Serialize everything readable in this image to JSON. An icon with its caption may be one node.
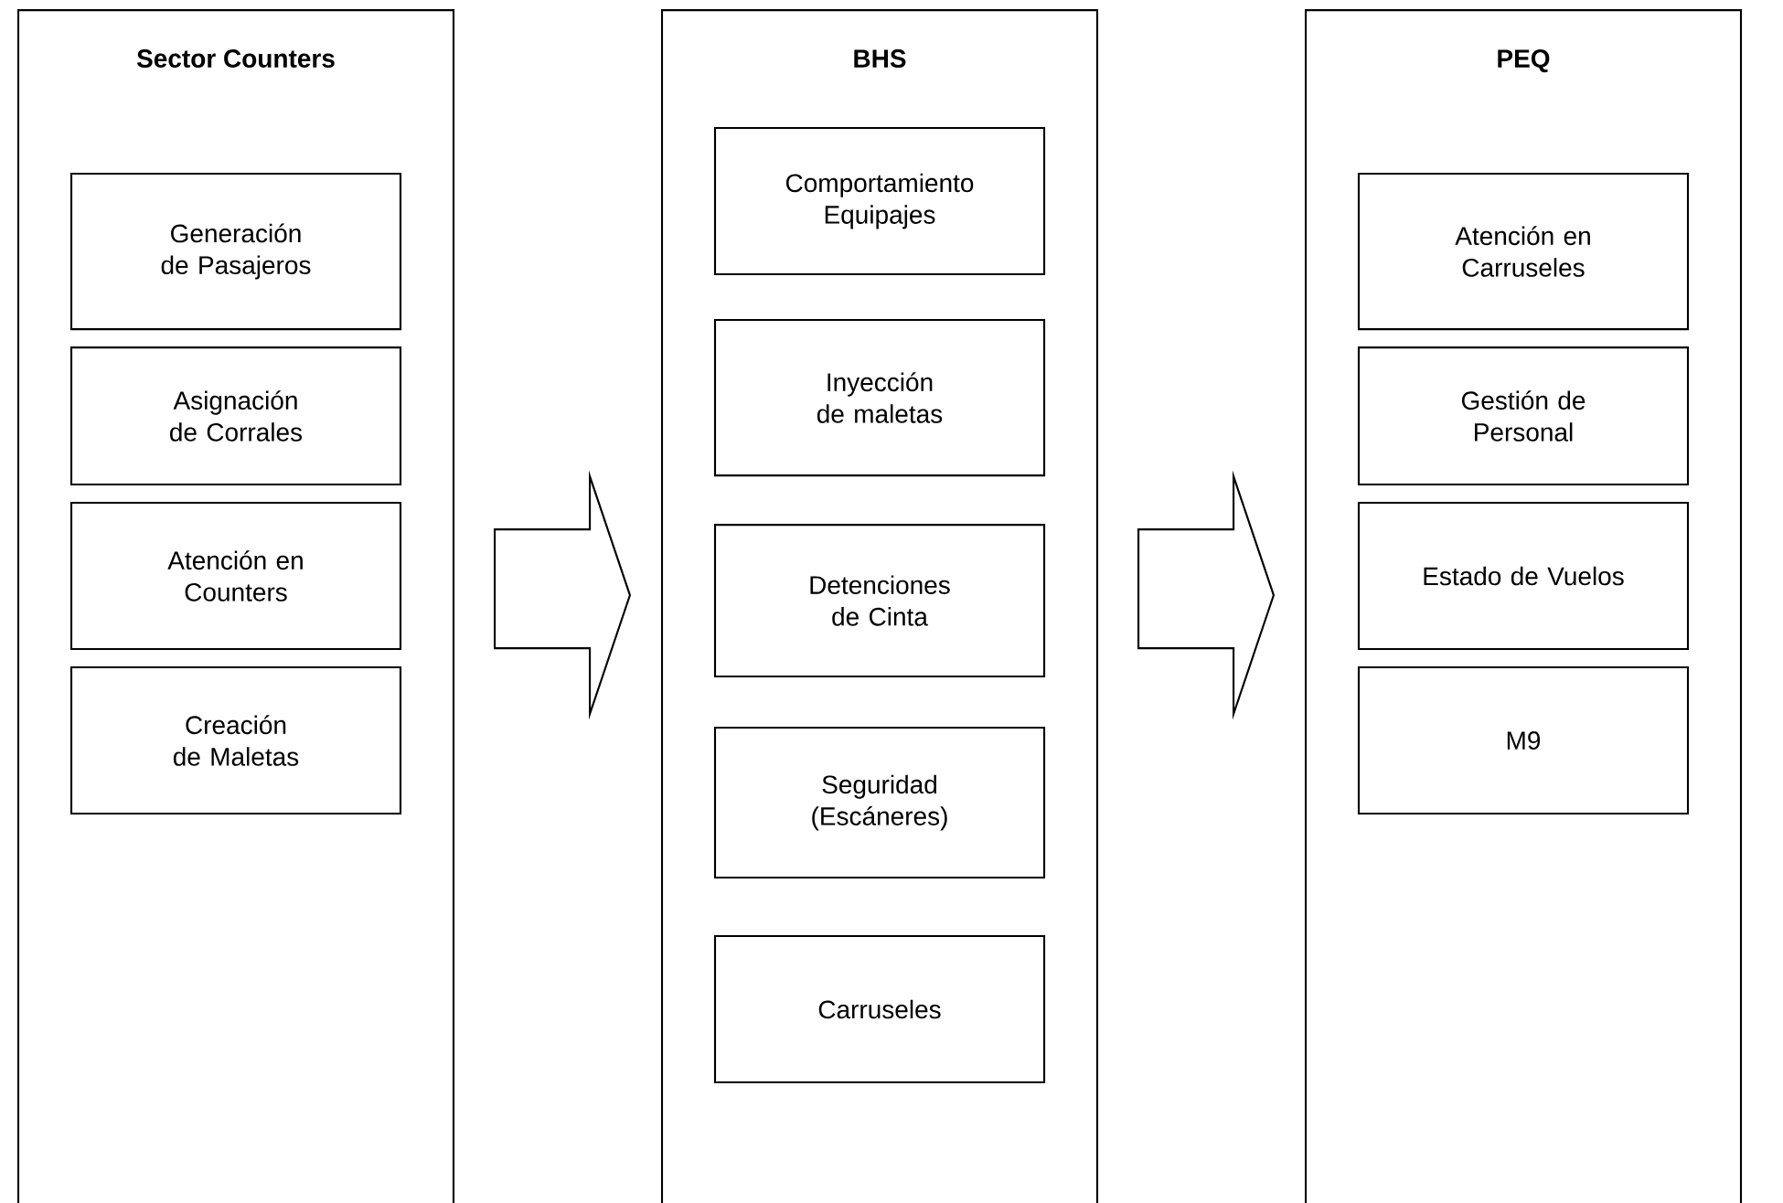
{
  "diagram": {
    "nodes": [
      {
        "text": [
          "Sector Counters"
        ]
      },
      {
        "text": [
          "Generación de Pasajeros"
        ],
        "in": 0
      },
      {
        "text": [
          "Asignación de Corrales"
        ],
        "in": 0
      },
      {
        "text": [
          "Atención en Counters"
        ],
        "in": 0
      },
      {
        "text": [
          "Creación de Maletas"
        ],
        "in": 0
      },
      {
        "text": [
          "BHS"
        ]
      },
      {
        "text": [
          "Comportamiento Equipajes"
        ],
        "in": 5
      },
      {
        "text": [
          "Inyección de maletas"
        ],
        "in": 5
      },
      {
        "text": [
          "Detenciones de Cinta"
        ],
        "in": 5
      },
      {
        "text": [
          "Seguridad (Escáneres)"
        ],
        "in": 5
      },
      {
        "text": [
          "Carruseles"
        ],
        "in": 5
      },
      {
        "text": [
          "PEQ"
        ]
      },
      {
        "text": [
          "Atención en Carruseles"
        ],
        "in": 11
      },
      {
        "text": [
          "Gestión de Personal"
        ],
        "in": 11
      },
      {
        "text": [
          "Estado de Vuelos"
        ],
        "in": 11
      },
      {
        "text": [
          "M9"
        ],
        "in": 11
      }
    ],
    "edges": [
      {
        "from": 0,
        "to": 5,
        "arrow": "to"
      },
      {
        "from": 5,
        "to": 11,
        "arrow": "to"
      }
    ]
  }
}
